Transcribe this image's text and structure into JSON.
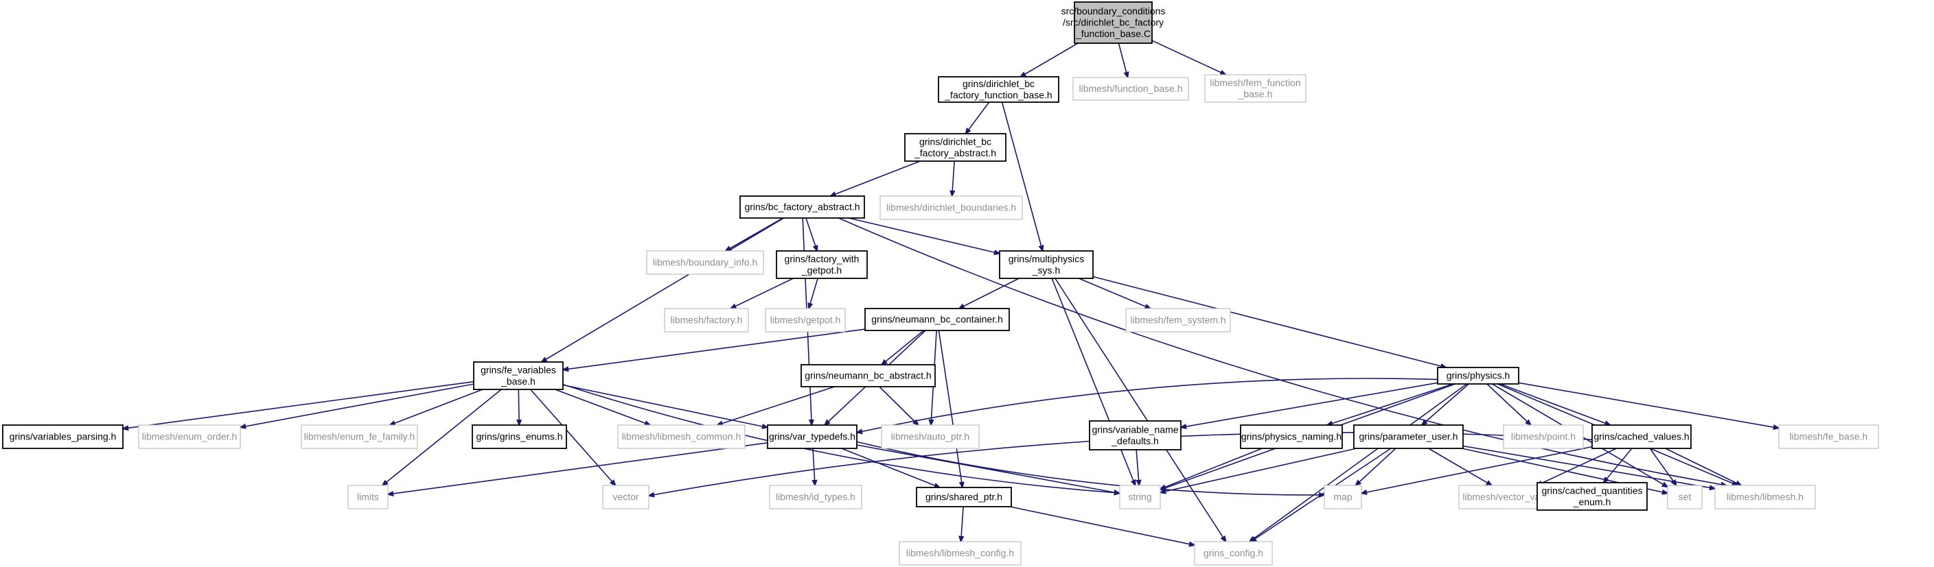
{
  "nodes": [
    {
      "id": "root",
      "lines": [
        "src/boundary_conditions",
        "/src/dirichlet_bc_factory",
        "_function_base.C"
      ],
      "kind": "root"
    },
    {
      "id": "dbcffb",
      "lines": [
        "grins/dirichlet_bc",
        "_factory_function_base.h"
      ],
      "kind": "internal"
    },
    {
      "id": "lm_function_base",
      "lines": [
        "libmesh/function_base.h"
      ],
      "kind": "external"
    },
    {
      "id": "lm_fem_function_base",
      "lines": [
        "libmesh/fem_function",
        "_base.h"
      ],
      "kind": "external"
    },
    {
      "id": "dbcfa",
      "lines": [
        "grins/dirichlet_bc",
        "_factory_abstract.h"
      ],
      "kind": "internal"
    },
    {
      "id": "lm_dirichlet_boundaries",
      "lines": [
        "libmesh/dirichlet_boundaries.h"
      ],
      "kind": "external"
    },
    {
      "id": "bcfa",
      "lines": [
        "grins/bc_factory_abstract.h"
      ],
      "kind": "internal"
    },
    {
      "id": "lm_boundary_info",
      "lines": [
        "libmesh/boundary_info.h"
      ],
      "kind": "external"
    },
    {
      "id": "fwg",
      "lines": [
        "grins/factory_with",
        "_getpot.h"
      ],
      "kind": "internal"
    },
    {
      "id": "mps",
      "lines": [
        "grins/multiphysics",
        "_sys.h"
      ],
      "kind": "internal"
    },
    {
      "id": "lm_factory",
      "lines": [
        "libmesh/factory.h"
      ],
      "kind": "external"
    },
    {
      "id": "lm_getpot",
      "lines": [
        "libmesh/getpot.h"
      ],
      "kind": "external"
    },
    {
      "id": "nbcc",
      "lines": [
        "grins/neumann_bc_container.h"
      ],
      "kind": "internal"
    },
    {
      "id": "lm_fem_system",
      "lines": [
        "libmesh/fem_system.h"
      ],
      "kind": "external"
    },
    {
      "id": "fevb",
      "lines": [
        "grins/fe_variables",
        "_base.h"
      ],
      "kind": "internal"
    },
    {
      "id": "nbca",
      "lines": [
        "grins/neumann_bc_abstract.h"
      ],
      "kind": "internal"
    },
    {
      "id": "physics",
      "lines": [
        "grins/physics.h"
      ],
      "kind": "internal"
    },
    {
      "id": "vp",
      "lines": [
        "grins/variables_parsing.h"
      ],
      "kind": "internal"
    },
    {
      "id": "lm_enum_order",
      "lines": [
        "libmesh/enum_order.h"
      ],
      "kind": "external"
    },
    {
      "id": "lm_enum_fe_family",
      "lines": [
        "libmesh/enum_fe_family.h"
      ],
      "kind": "external"
    },
    {
      "id": "ge",
      "lines": [
        "grins/grins_enums.h"
      ],
      "kind": "internal"
    },
    {
      "id": "lm_libmesh_common",
      "lines": [
        "libmesh/libmesh_common.h"
      ],
      "kind": "external"
    },
    {
      "id": "vt",
      "lines": [
        "grins/var_typedefs.h"
      ],
      "kind": "internal"
    },
    {
      "id": "lm_auto_ptr",
      "lines": [
        "libmesh/auto_ptr.h"
      ],
      "kind": "external"
    },
    {
      "id": "vnd",
      "lines": [
        "grins/variable_name",
        "_defaults.h"
      ],
      "kind": "internal"
    },
    {
      "id": "pn",
      "lines": [
        "grins/physics_naming.h"
      ],
      "kind": "internal"
    },
    {
      "id": "pu",
      "lines": [
        "grins/parameter_user.h"
      ],
      "kind": "internal"
    },
    {
      "id": "lm_point",
      "lines": [
        "libmesh/point.h"
      ],
      "kind": "external"
    },
    {
      "id": "cv",
      "lines": [
        "grins/cached_values.h"
      ],
      "kind": "internal"
    },
    {
      "id": "lm_fe_base",
      "lines": [
        "libmesh/fe_base.h"
      ],
      "kind": "external"
    },
    {
      "id": "limits",
      "lines": [
        "limits"
      ],
      "kind": "external"
    },
    {
      "id": "vector",
      "lines": [
        "vector"
      ],
      "kind": "external"
    },
    {
      "id": "lm_id_types",
      "lines": [
        "libmesh/id_types.h"
      ],
      "kind": "external"
    },
    {
      "id": "sp",
      "lines": [
        "grins/shared_ptr.h"
      ],
      "kind": "internal"
    },
    {
      "id": "string",
      "lines": [
        "string"
      ],
      "kind": "external"
    },
    {
      "id": "map",
      "lines": [
        "map"
      ],
      "kind": "external"
    },
    {
      "id": "lm_vector_value",
      "lines": [
        "libmesh/vector_value.h"
      ],
      "kind": "external"
    },
    {
      "id": "cqe",
      "lines": [
        "grins/cached_quantities",
        "_enum.h"
      ],
      "kind": "internal"
    },
    {
      "id": "set",
      "lines": [
        "set"
      ],
      "kind": "external"
    },
    {
      "id": "lm_libmesh",
      "lines": [
        "libmesh/libmesh.h"
      ],
      "kind": "external"
    },
    {
      "id": "lm_libmesh_config",
      "lines": [
        "libmesh/libmesh_config.h"
      ],
      "kind": "external"
    },
    {
      "id": "gc",
      "lines": [
        "grins_config.h"
      ],
      "kind": "external"
    }
  ],
  "edges": [
    [
      "root",
      "dbcffb"
    ],
    [
      "root",
      "lm_function_base"
    ],
    [
      "root",
      "lm_fem_function_base"
    ],
    [
      "dbcffb",
      "dbcfa"
    ],
    [
      "dbcffb",
      "mps"
    ],
    [
      "dbcfa",
      "bcfa"
    ],
    [
      "dbcfa",
      "lm_dirichlet_boundaries"
    ],
    [
      "bcfa",
      "lm_boundary_info"
    ],
    [
      "bcfa",
      "fwg"
    ],
    [
      "bcfa",
      "mps"
    ],
    [
      "bcfa",
      "fevb"
    ],
    [
      "bcfa",
      "vt"
    ],
    [
      "bcfa",
      "lm_libmesh"
    ],
    [
      "fwg",
      "lm_factory"
    ],
    [
      "fwg",
      "lm_getpot"
    ],
    [
      "mps",
      "nbcc"
    ],
    [
      "mps",
      "lm_fem_system"
    ],
    [
      "mps",
      "physics"
    ],
    [
      "mps",
      "string"
    ],
    [
      "mps",
      "gc"
    ],
    [
      "nbcc",
      "fevb"
    ],
    [
      "nbcc",
      "nbca"
    ],
    [
      "nbcc",
      "vt"
    ],
    [
      "nbcc",
      "lm_auto_ptr"
    ],
    [
      "nbcc",
      "sp"
    ],
    [
      "nbca",
      "lm_libmesh_common"
    ],
    [
      "nbca",
      "lm_auto_ptr"
    ],
    [
      "fevb",
      "vp"
    ],
    [
      "fevb",
      "lm_enum_order"
    ],
    [
      "fevb",
      "lm_enum_fe_family"
    ],
    [
      "fevb",
      "ge"
    ],
    [
      "fevb",
      "lm_libmesh_common"
    ],
    [
      "fevb",
      "vt"
    ],
    [
      "fevb",
      "limits"
    ],
    [
      "fevb",
      "vector"
    ],
    [
      "fevb",
      "string"
    ],
    [
      "physics",
      "vt"
    ],
    [
      "physics",
      "vnd"
    ],
    [
      "physics",
      "pn"
    ],
    [
      "physics",
      "pu"
    ],
    [
      "physics",
      "lm_point"
    ],
    [
      "physics",
      "cv"
    ],
    [
      "physics",
      "lm_fe_base"
    ],
    [
      "physics",
      "lm_libmesh"
    ],
    [
      "physics",
      "set"
    ],
    [
      "physics",
      "string"
    ],
    [
      "physics",
      "gc"
    ],
    [
      "vt",
      "limits"
    ],
    [
      "vt",
      "lm_id_types"
    ],
    [
      "vt",
      "sp"
    ],
    [
      "vt",
      "string"
    ],
    [
      "vt",
      "map"
    ],
    [
      "vnd",
      "string"
    ],
    [
      "pn",
      "string"
    ],
    [
      "pu",
      "string"
    ],
    [
      "pu",
      "map"
    ],
    [
      "pu",
      "lm_vector_value"
    ],
    [
      "pu",
      "set"
    ],
    [
      "pu",
      "lm_libmesh"
    ],
    [
      "pu",
      "gc"
    ],
    [
      "cv",
      "vector"
    ],
    [
      "cv",
      "map"
    ],
    [
      "cv",
      "lm_vector_value"
    ],
    [
      "cv",
      "cqe"
    ],
    [
      "cv",
      "set"
    ],
    [
      "cv",
      "lm_libmesh"
    ],
    [
      "sp",
      "lm_libmesh_config"
    ],
    [
      "sp",
      "gc"
    ]
  ]
}
